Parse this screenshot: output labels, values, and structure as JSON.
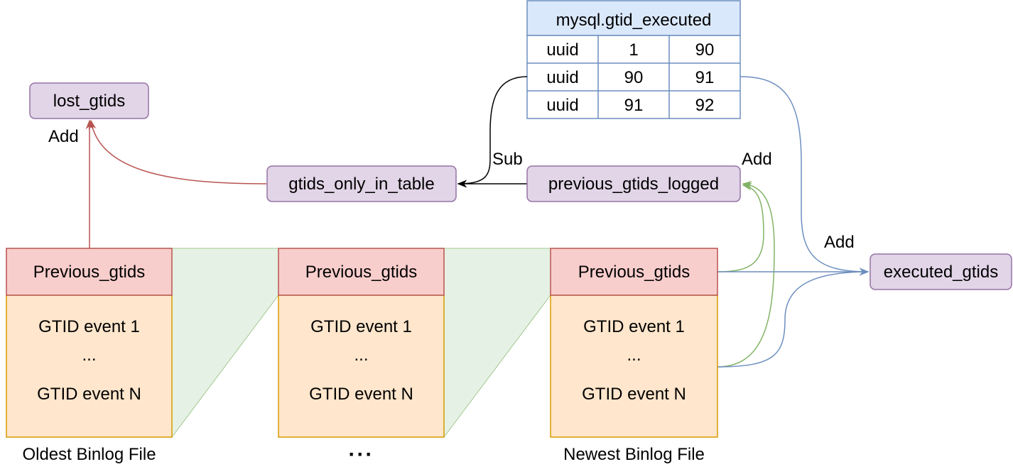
{
  "table": {
    "title": "mysql.gtid_executed",
    "rows": [
      [
        "uuid",
        "1",
        "90"
      ],
      [
        "uuid",
        "90",
        "91"
      ],
      [
        "uuid",
        "91",
        "92"
      ]
    ]
  },
  "nodes": {
    "lost_gtids": "lost_gtids",
    "gtids_only_in_table": "gtids_only_in_table",
    "previous_gtids_logged": "previous_gtids_logged",
    "executed_gtids": "executed_gtids"
  },
  "edge_labels": {
    "add_lost": "Add",
    "sub": "Sub",
    "add_previous": "Add",
    "add_executed": "Add"
  },
  "binlogs": [
    {
      "header": "Previous_gtids",
      "event_first": "GTID event 1",
      "ellipsis": "...",
      "event_last": "GTID event N",
      "caption": "Oldest Binlog File"
    },
    {
      "header": "Previous_gtids",
      "event_first": "GTID event 1",
      "ellipsis": "...",
      "event_last": "GTID event N",
      "caption": "···"
    },
    {
      "header": "Previous_gtids",
      "event_first": "GTID event 1",
      "ellipsis": "...",
      "event_last": "GTID event N",
      "caption": "Newest Binlog File"
    }
  ],
  "colors": {
    "purple_fill": "#e1d5e7",
    "purple_stroke": "#9673a6",
    "header_fill": "#f8cecc",
    "header_stroke": "#b85450",
    "body_fill": "#ffe6cc",
    "body_stroke": "#d79b00",
    "table_header_fill": "#dae8fc",
    "table_stroke": "#6c8ebf",
    "band_fill": "#d5e8d4",
    "band_stroke": "#82b366",
    "red_edge": "#b85450",
    "green_edge": "#82b366",
    "blue_edge": "#6c8ebf",
    "black_edge": "#000000"
  }
}
